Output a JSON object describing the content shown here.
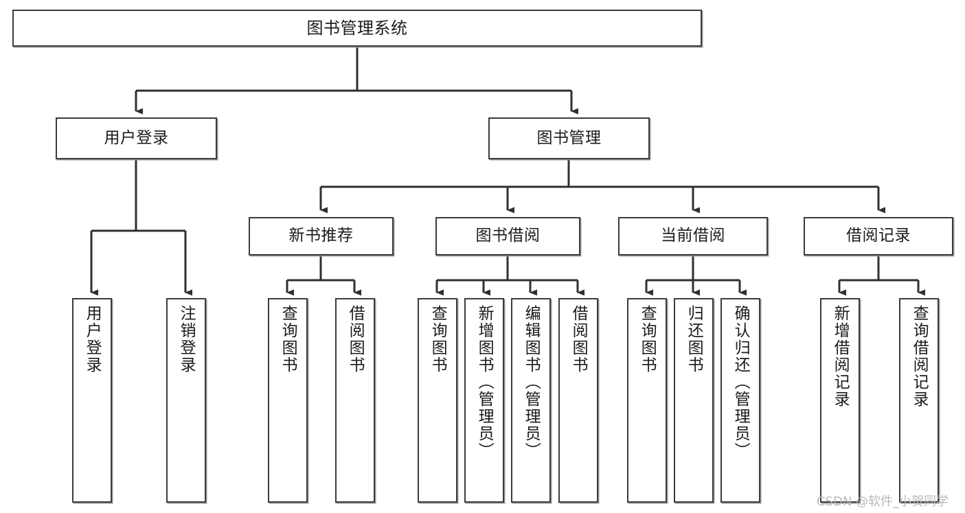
{
  "diagram": {
    "title": "图书管理系统",
    "type": "tree-hierarchy-chart",
    "root": {
      "label": "图书管理系统"
    },
    "level2": [
      {
        "label": "用户登录"
      },
      {
        "label": "图书管理"
      }
    ],
    "level3": [
      {
        "label": "新书推荐"
      },
      {
        "label": "图书借阅"
      },
      {
        "label": "当前借阅"
      },
      {
        "label": "借阅记录"
      }
    ],
    "leaves": {
      "user_login": [
        {
          "label": "用户登录"
        },
        {
          "label": "注销登录"
        }
      ],
      "new_book_recommend": [
        {
          "label": "查询图书"
        },
        {
          "label": "借阅图书"
        }
      ],
      "book_borrow": [
        {
          "label": "查询图书"
        },
        {
          "label": "新增图书（管理员）"
        },
        {
          "label": "编辑图书（管理员）"
        },
        {
          "label": "借阅图书"
        }
      ],
      "current_borrow": [
        {
          "label": "查询图书"
        },
        {
          "label": "归还图书"
        },
        {
          "label": "确认归还（管理员）"
        }
      ],
      "borrow_records": [
        {
          "label": "新增借阅记录"
        },
        {
          "label": "查询借阅记录"
        }
      ]
    }
  },
  "watermark": {
    "text": "CSDN @软件_小贺同学"
  },
  "colors": {
    "box_border": "#3b3b3b",
    "box_fill": "#ffffff",
    "box_shadow": "#9a9a9a",
    "edge": "#2f2f2f",
    "text": "#1b1b1b",
    "watermark": "#b9b9b9"
  }
}
